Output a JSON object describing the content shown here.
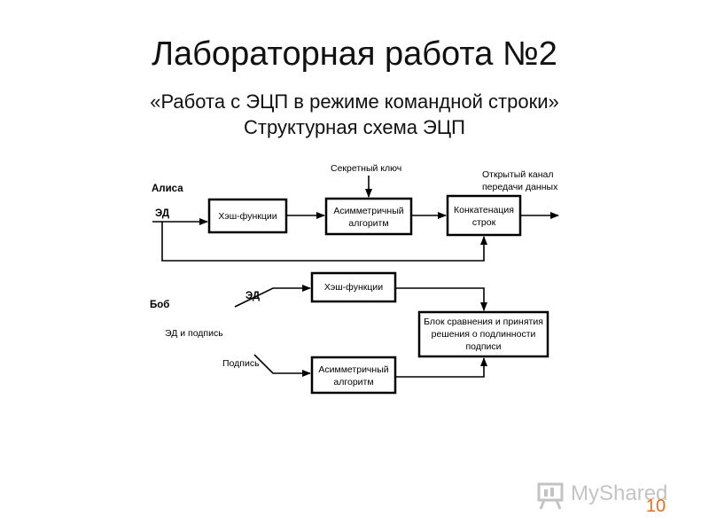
{
  "slide": {
    "title": "Лабораторная работа №2",
    "subtitle": "«Работа с ЭЦП в режиме командной строки»",
    "subtitle2": "Структурная схема ЭЦП",
    "page_number": "10",
    "logo_text": "MyShared"
  },
  "diagram": {
    "alice": "Алиса",
    "bob": "Боб",
    "ed_alice": "ЭД",
    "secret_key": "Секретный ключ",
    "open_channel_1": "Открытый канал",
    "open_channel_2": "передачи данных",
    "hash_alice": "Хэш-функции",
    "asym_alice_1": "Асимметричный",
    "asym_alice_2": "алгоритм",
    "concat_1": "Конкатенация",
    "concat_2": "строк",
    "ed_bob": "ЭД",
    "ed_and_sig": "ЭД и подпись",
    "signature": "Подпись",
    "hash_bob": "Хэш-функции",
    "asym_bob_1": "Асимметричный",
    "asym_bob_2": "алгоритм",
    "compare_1": "Блок сравнения и принятия",
    "compare_2": "решения о подлинности",
    "compare_3": "подписи"
  },
  "colors": {
    "accent": "#e07020"
  }
}
